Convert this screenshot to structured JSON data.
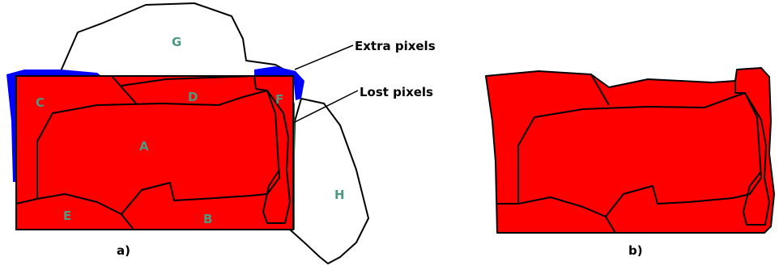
{
  "colors": {
    "segment": "#ff0000",
    "extra_pixels": "#0000ff",
    "lost_pixels": "#008000",
    "outline": "#000000",
    "label": "#4d9980"
  },
  "panel_a": {
    "label": "a)",
    "regions": {
      "a": "A",
      "b": "B",
      "c": "C",
      "d": "D",
      "e": "E",
      "f": "F",
      "g": "G",
      "h": "H"
    },
    "annotations": {
      "extra": "Extra pixels",
      "lost": "Lost pixels"
    }
  },
  "panel_b": {
    "label": "b)"
  }
}
